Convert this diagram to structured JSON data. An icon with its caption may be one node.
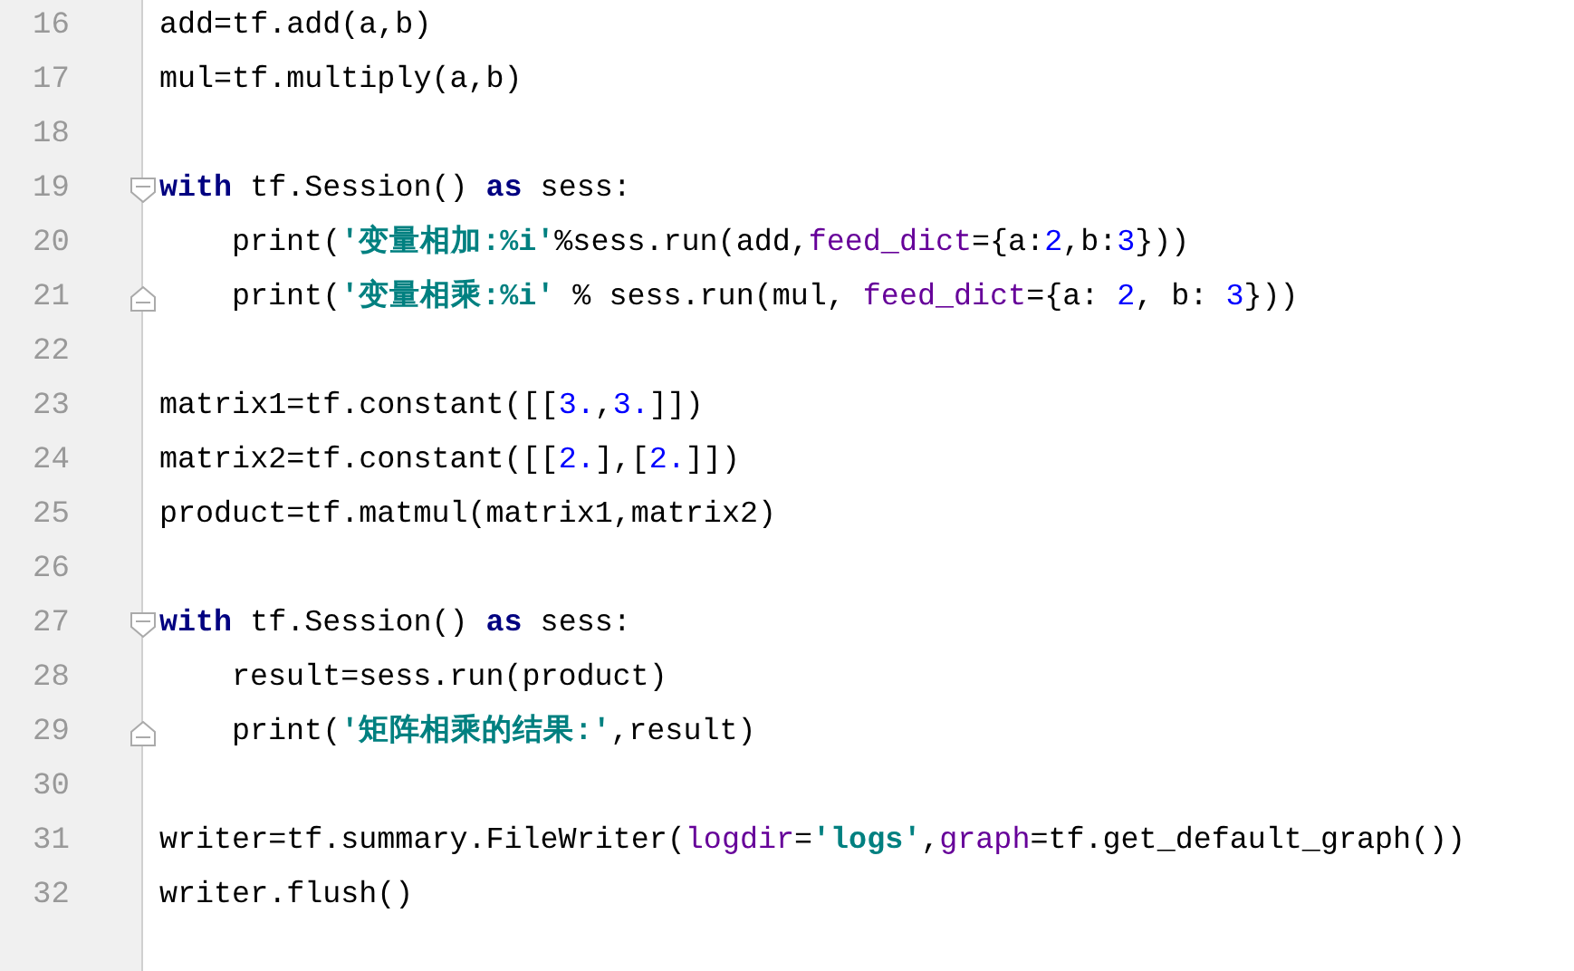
{
  "diagram": {
    "labels": [
      "16",
      "add=tf.add(a,b)",
      "17",
      "mul=tf.multiply(a,b)",
      "18",
      "19",
      "with tf.Session() as sess:",
      "20",
      "print('变量相加:%i'%sess.run(add,feed_dict={a:2,b:3}))",
      "21",
      "print('变量相乘:%i' % sess.run(mul, feed_dict={a: 2, b: 3}))",
      "22",
      "23",
      "matrix1=tf.constant([[3.,3.]])",
      "24",
      "matrix2=tf.constant([[2.],[2.]])",
      "25",
      "product=tf.matmul(matrix1,matrix2)",
      "26",
      "27",
      "with tf.Session() as sess:",
      "28",
      "result=sess.run(product)",
      "29",
      "print('矩阵相乘的结果:',result)",
      "30",
      "31",
      "writer=tf.summary.FileWriter(logdir='logs',graph=tf.get_default_graph())",
      "32",
      "writer.flush()"
    ]
  }
}
